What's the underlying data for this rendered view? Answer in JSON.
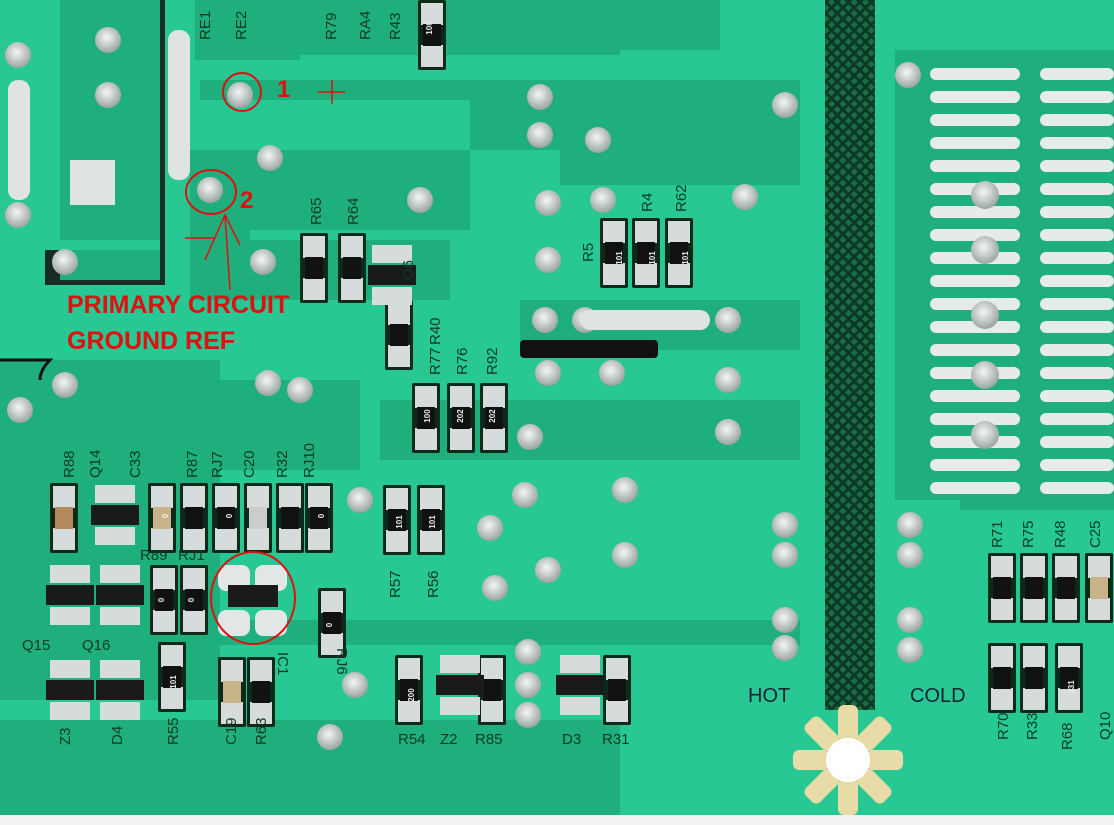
{
  "annotations": {
    "point1": "1",
    "point2": "2",
    "caption_line1": "PRIMARY CIRCUIT",
    "caption_line2": "GROUND REF"
  },
  "zones": {
    "hot": "HOT",
    "cold": "COLD"
  },
  "labels": [
    "RE1",
    "RE2",
    "R79",
    "RA4",
    "R43",
    "R65",
    "R64",
    "Q6",
    "R5",
    "R4",
    "R62",
    "R77",
    "R40",
    "R76",
    "R92",
    "R88",
    "Q14",
    "C33",
    "R87",
    "RJ7",
    "C20",
    "R32",
    "RJ10",
    "R89",
    "RJ1",
    "Q15",
    "Q16",
    "IC1",
    "RJ6",
    "R57",
    "R56",
    "Z3",
    "D4",
    "R55",
    "C19",
    "R63",
    "R54",
    "Z2",
    "R85",
    "D3",
    "R31",
    "R71",
    "R75",
    "R48",
    "C25",
    "R70",
    "R33",
    "R68",
    "Q10"
  ],
  "codes": [
    "100",
    "101",
    "101",
    "101",
    "100",
    "202",
    "202",
    "101",
    "101",
    "0",
    "0",
    "0",
    "0",
    "0",
    "0",
    "101",
    "200",
    "331"
  ],
  "colors": {
    "board": "#27c893",
    "copper": "#1faf7c",
    "annotation": "#e01010",
    "pad": "#d6dbdb"
  }
}
